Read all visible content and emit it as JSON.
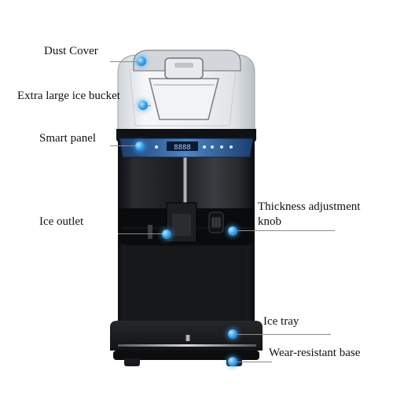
{
  "labels": {
    "dust_cover": "Dust Cover",
    "ice_bucket": "Extra large ice bucket",
    "smart_panel": "Smart panel",
    "ice_outlet": "Ice outlet",
    "thickness_knob_line1": "Thickness adjustment",
    "thickness_knob_line2": "knob",
    "ice_tray": "Ice tray",
    "base": "Wear-resistant base"
  },
  "panel_display": "8888",
  "colors": {
    "body_dark": "#1e1f23",
    "body_mid": "#3a3b40",
    "panel_blue": "#2b5f9e",
    "callout_dot": "#3aa6f0",
    "callout_line": "#8c8c8c",
    "bucket_clear": "#e9ecef"
  }
}
